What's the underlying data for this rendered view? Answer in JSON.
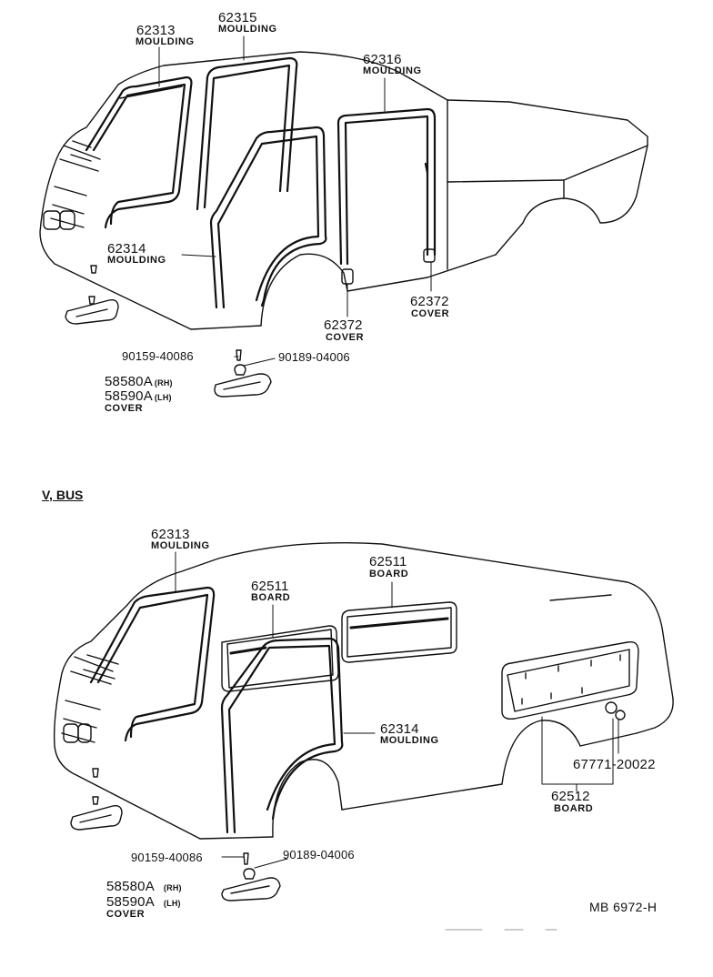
{
  "section_bus": {
    "title": "V, BUS"
  },
  "figure_id": "MB 6972-H",
  "top": {
    "m62313": {
      "part": "62313",
      "name": "MOULDING"
    },
    "m62315": {
      "part": "62315",
      "name": "MOULDING"
    },
    "m62316": {
      "part": "62316",
      "name": "MOULDING"
    },
    "m62314": {
      "part": "62314",
      "name": "MOULDING"
    },
    "c62372a": {
      "part": "62372",
      "name": "COVER"
    },
    "c62372b": {
      "part": "62372",
      "name": "COVER"
    },
    "screw": {
      "part": "90159-40086"
    },
    "clip": {
      "part": "90189-04006"
    },
    "cover_rh": {
      "part": "58580A",
      "suffix": "(RH)"
    },
    "cover_lh": {
      "part": "58590A",
      "suffix": "(LH)"
    },
    "cover_name": "COVER"
  },
  "bottom": {
    "m62313": {
      "part": "62313",
      "name": "MOULDING"
    },
    "b62511a": {
      "part": "62511",
      "name": "BOARD"
    },
    "b62511b": {
      "part": "62511",
      "name": "BOARD"
    },
    "m62314": {
      "part": "62314",
      "name": "MOULDING"
    },
    "fastener": {
      "part": "67771-20022"
    },
    "b62512": {
      "part": "62512",
      "name": "BOARD"
    },
    "screw": {
      "part": "90159-40086"
    },
    "clip": {
      "part": "90189-04006"
    },
    "cover_rh": {
      "part": "58580A",
      "suffix": "(RH)"
    },
    "cover_lh": {
      "part": "58590A",
      "suffix": "(LH)"
    },
    "cover_name": "COVER"
  }
}
